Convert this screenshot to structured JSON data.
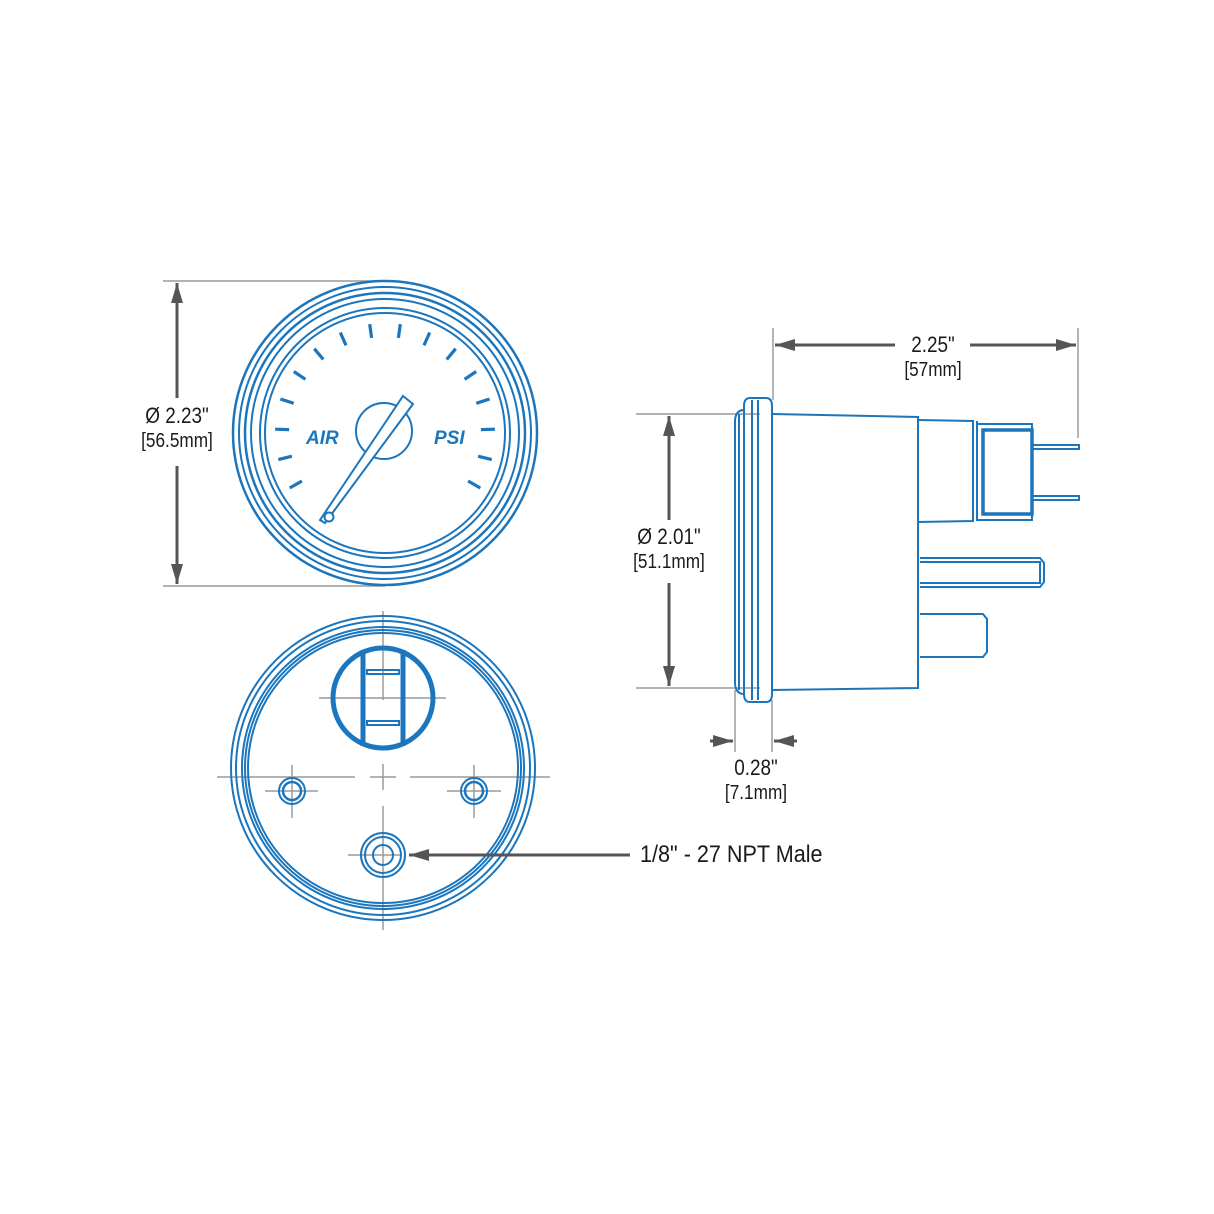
{
  "colors": {
    "drawing": "#1b76bd",
    "dimension": "#555555",
    "extension": "#9a9a9a",
    "text": "#1a1a1a",
    "background": "#ffffff"
  },
  "front_view": {
    "dial": {
      "left_label": "AIR",
      "right_label": "PSI",
      "tick_count": 16
    },
    "dimension": {
      "inches": "Ø 2.23\"",
      "mm": "[56.5mm]"
    }
  },
  "back_view": {
    "callout": "1/8\" - 27 NPT Male"
  },
  "side_view": {
    "length_dimension": {
      "inches": "2.25\"",
      "mm": "[57mm]"
    },
    "body_dimension": {
      "inches": "Ø 2.01\"",
      "mm": "[51.1mm]"
    },
    "bezel_dimension": {
      "inches": "0.28\"",
      "mm": "[7.1mm]"
    }
  }
}
